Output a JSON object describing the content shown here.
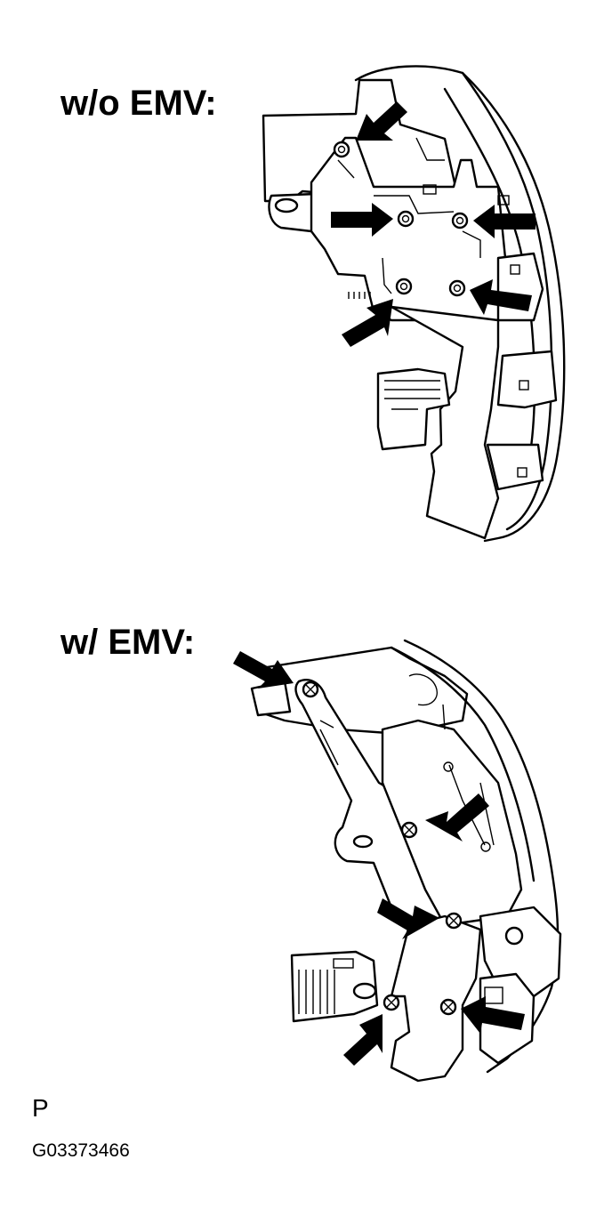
{
  "labels": {
    "without_emv": "w/o EMV:",
    "with_emv": "w/ EMV:",
    "view_letter": "P",
    "figure_code": "G03373466"
  },
  "icons": {
    "arrow": "black-pointer-arrow",
    "screw": "screw-head-cross"
  }
}
